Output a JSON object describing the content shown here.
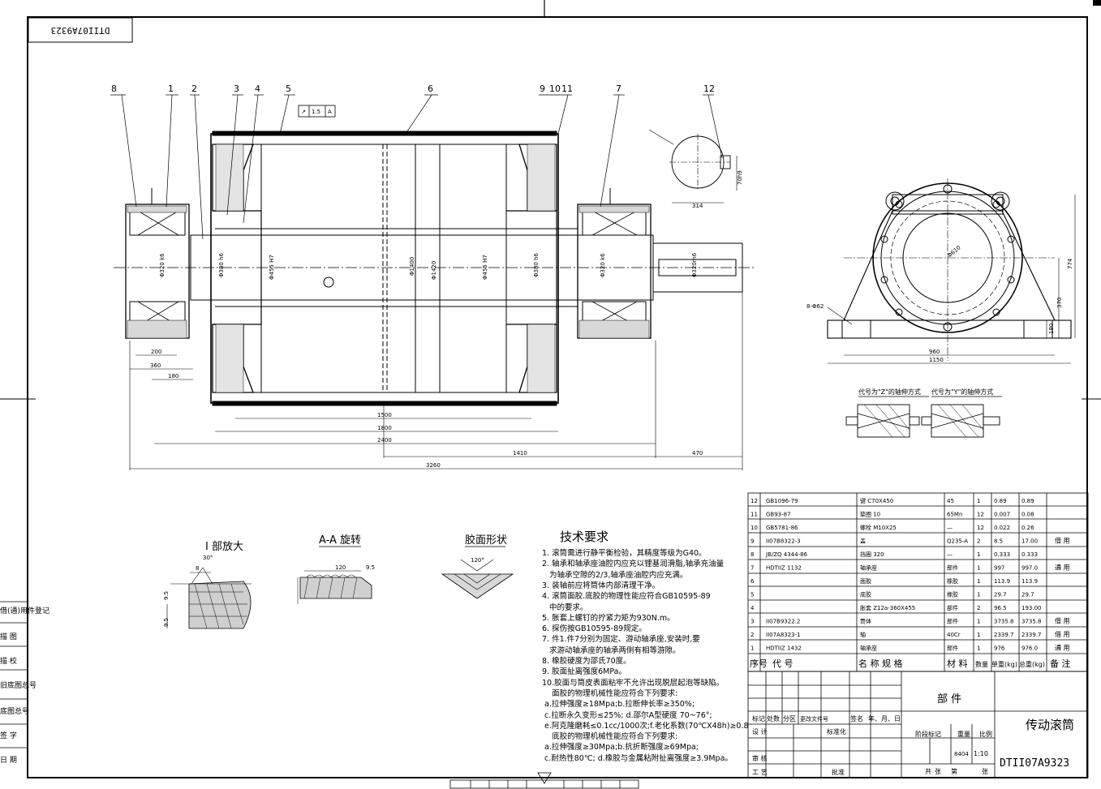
{
  "drawing": {
    "code_top": "DTII07A9323",
    "code_bottom": "DTII07A9323",
    "title": "传动滚筒",
    "category": "部 件",
    "scale": "1:10",
    "weight": "8404"
  },
  "balloons": [
    "8",
    "1",
    "2",
    "3",
    "4",
    "5",
    "6",
    "9",
    "10",
    "11",
    "7",
    "12"
  ],
  "tolerance_frame": {
    "symbol": "↗",
    "value": "1.5",
    "datum": "A"
  },
  "dims": {
    "d200": "200",
    "d360": "360",
    "d180": "180",
    "d1500": "1500",
    "d1800": "1800",
    "d2400": "2400",
    "d1410": "1410",
    "d470": "470",
    "d3260": "3260",
    "d960": "960",
    "d1150": "1150",
    "d774": "774",
    "d370": "370",
    "d180v": "180",
    "d314": "314",
    "d70h9": "70h9",
    "d8m": "8-Φ62",
    "d610": "Φ610",
    "dia1400": "Φ1400",
    "dia1420": "Φ1420",
    "dia455a": "Φ455 H7",
    "dia455b": "Φ455 H7",
    "dia380a": "Φ380 h6",
    "dia380b": "Φ380 h6",
    "dia320a": "Φ320 k6",
    "dia320b": "Φ320 k6",
    "dia320m6": "Φ320m6"
  },
  "shaft_ext": {
    "label_z": "代号为\"Z\"的轴伸方式",
    "label_y": "代号为\"Y\"的轴伸方式"
  },
  "details": {
    "detail1": "I 部放大",
    "detail2": "A-A 旋转",
    "detail3": "胶面形状",
    "a30": "30°",
    "a120": "120°",
    "d8": "8",
    "d95a": "9.5",
    "d95b": "9.5",
    "d120": "120",
    "r95": "9.5"
  },
  "tech": {
    "title": "技术要求",
    "lines": [
      "1. 滚筒需进行静平衡检验，其精度等级为G40。",
      "2. 轴承和轴承座油腔内应充以锂基润滑脂,轴承充油量",
      "   为轴承空隙的2/3,轴承座油腔内应充满。",
      "3. 装轴前应将筒体内部清理干净。",
      "4. 滚筒面胶.底胶的物理性能应符合GB10595-89",
      "   中的要求。",
      "5. 胀套上螺钉的拧紧力矩为930N.m。",
      "6. 探伤按GB10595-89规定。",
      "7. 件1.件7分别为固定、游动轴承座,安装时,要",
      "   求游动轴承座的轴承两侧有相等游隙。",
      "8. 橡胶硬度为邵氏70度。",
      "9. 胶面扯离强度6MPa。",
      "10.胶面与筒皮表面粘牢不允许出现脱层起泡等缺陷。",
      "    面胶的物理机械性能应符合下列要求:",
      " a.拉伸强度≥18Mpa;b.拉断伸长率≥350%;",
      " c.拉断永久变形≤25%; d.邵尔A型硬度 70~76°;",
      " e.阿克隆磨耗≤0.1cc/1000次;f.老化系数(70℃X48h)≥0.8",
      "    底胶的物理机械性能应符合下列要求:",
      " a.拉伸强度≥30Mpa;b.抗折断强度≥69Mpa;",
      " c.耐热性80℃; d.橡胶与金属粘附扯离强度≥3.9Mpa。"
    ]
  },
  "bom": {
    "rows": [
      [
        "12",
        "GB1096-79",
        "键 C70X450",
        "45",
        "1",
        "0.89",
        "0.89",
        ""
      ],
      [
        "11",
        "GB93-87",
        "垫圈 10",
        "65Mn",
        "12",
        "0.007",
        "0.08",
        ""
      ],
      [
        "10",
        "GB5781-86",
        "螺栓 M10X25",
        "—",
        "12",
        "0.022",
        "0.26",
        ""
      ],
      [
        "9",
        "II07B8322-3",
        "盖",
        "Q235-A",
        "2",
        "8.5",
        "17.00",
        "借 用"
      ],
      [
        "8",
        "JB/ZQ 4344-86",
        "挡圈 320",
        "—",
        "1",
        "0.333",
        "0.333",
        ""
      ],
      [
        "7",
        "HDTIIZ 1132",
        "轴承座",
        "部件",
        "1",
        "997",
        "997.0",
        "通 用"
      ],
      [
        "6",
        "",
        "面胶",
        "橡胶",
        "1",
        "113.9",
        "113.9",
        ""
      ],
      [
        "5",
        "",
        "底胶",
        "橡胶",
        "1",
        "29.7",
        "29.7",
        ""
      ],
      [
        "4",
        "",
        "胀套 Z12a-360X455",
        "部件",
        "2",
        "96.5",
        "193.00",
        ""
      ],
      [
        "3",
        "II07B9322.2",
        "筒体",
        "部件",
        "1",
        "3735.8",
        "3735.8",
        "借 用"
      ],
      [
        "2",
        "II07A8323-1",
        "轴",
        "40Cr",
        "1",
        "2339.7",
        "2339.7",
        "借 用"
      ],
      [
        "1",
        "HDTIIZ 1432",
        "轴承座",
        "部件",
        "1",
        "976",
        "976.0",
        "通 用"
      ]
    ],
    "header": [
      "序号",
      "代 号",
      "名 称 规 格",
      "材 料",
      "数量",
      "单重(kg)",
      "总重(kg)",
      "备 注"
    ]
  },
  "titleblock": {
    "r1": [
      "标记",
      "处数",
      "分区",
      "更改文件号",
      "签名",
      "年、月、日"
    ],
    "design": "设 计",
    "standard": "标准化",
    "stage": "阶段标记",
    "weight_label": "重量",
    "scale_label": "比例",
    "check": "审 核",
    "process": "工 艺",
    "approve": "批准",
    "sheet_total": "共",
    "sheet_no": "张",
    "sheet_of": "第",
    "sheet_zhang": "张"
  },
  "side": [
    "借(通)用件登记",
    "描 图",
    "描 校",
    "旧底图总号",
    "底图总号",
    "签 字",
    "日 期"
  ]
}
